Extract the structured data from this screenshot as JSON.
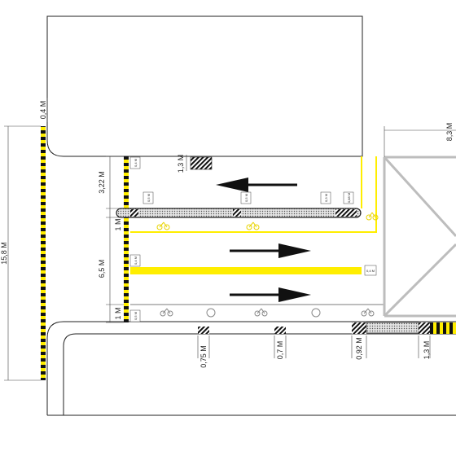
{
  "dimensions": {
    "curb_offset": "0,4 M",
    "total_width": "15,8 M",
    "lane_upper": "3,22 M",
    "median": "1 M",
    "lane_lower": "6,5 M",
    "edge_lower": "1 M",
    "hatch_top": "1,3 M",
    "right_width": "8,3 M",
    "b1": "0,75 M",
    "b2": "0,7 M",
    "b3": "0,92 M",
    "b4": "1,3 M",
    "small_a": "0,4 M",
    "small_b": "0,5 M",
    "small_c": "0,3 M",
    "small_d": "0,88 M",
    "small_e": "0,4 M",
    "small_f": "0,4 M",
    "small_g": "0,5 M"
  },
  "colors": {
    "line": "#222222",
    "yellow": "#ffee00",
    "light_yellow": "#f6ee33",
    "gray": "#bdbdbd",
    "dotted_fill": "#cfcfcf"
  },
  "icons": {
    "bicycle": "bicycle-icon",
    "arrow_left": "arrow-left-icon",
    "arrow_right": "arrow-right-icon",
    "bus_stop": "circle-marker-icon"
  }
}
